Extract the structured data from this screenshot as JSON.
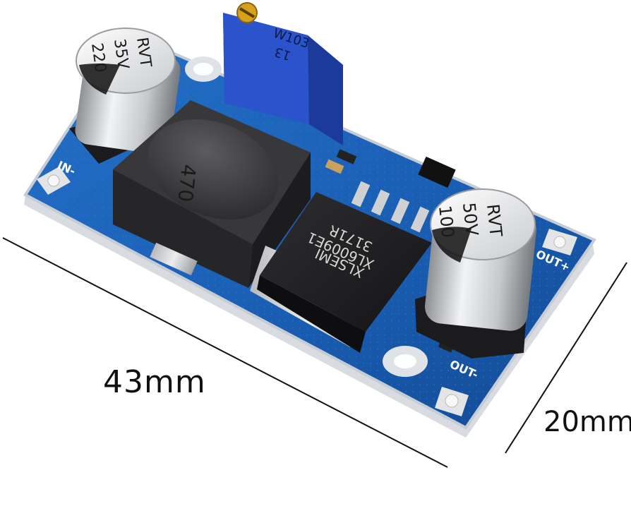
{
  "dimensions": {
    "length_label": "43mm",
    "width_label": "20mm"
  },
  "board": {
    "pcb_color": "#1a5fb4",
    "label_in_minus": "IN-",
    "label_out_plus": "OUT+",
    "label_out_minus": "OUT-"
  },
  "capacitor_input": {
    "line1": "220",
    "line2": "35V",
    "line3": "RVT"
  },
  "capacitor_output": {
    "line1": "100",
    "line2": "50V",
    "line3": "RVT"
  },
  "potentiometer": {
    "line1": "W103",
    "line2": "13",
    "body_color": "#2d52c4"
  },
  "inductor": {
    "marking": "470"
  },
  "chip": {
    "line1": "XLSEMI",
    "line2": "XL6009E1",
    "line3": "3171R"
  }
}
